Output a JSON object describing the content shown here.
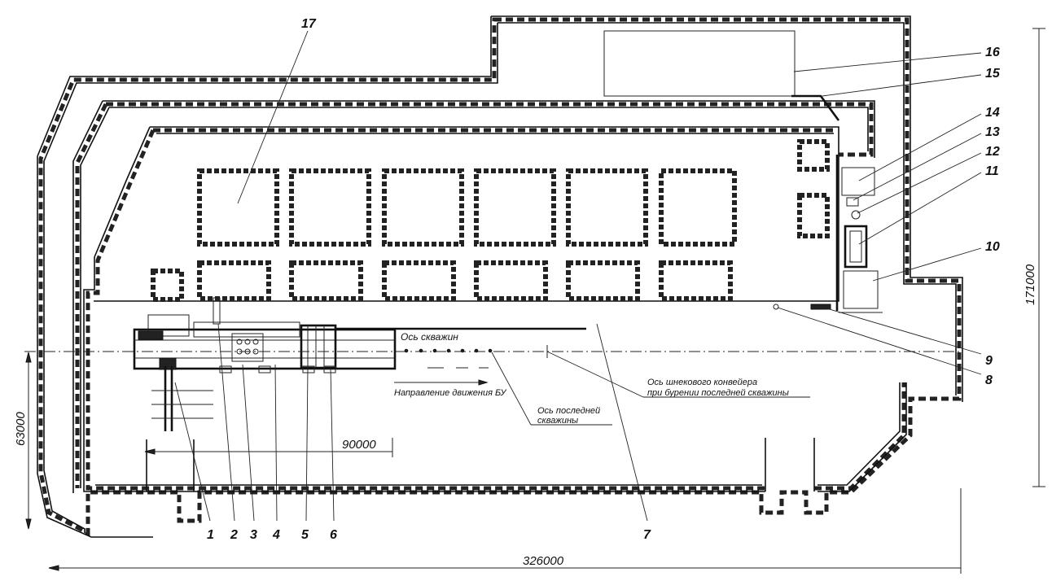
{
  "callouts": {
    "c1": "1",
    "c2": "2",
    "c3": "3",
    "c4": "4",
    "c5": "5",
    "c6": "6",
    "c7": "7",
    "c8": "8",
    "c9": "9",
    "c10": "10",
    "c11": "11",
    "c12": "12",
    "c13": "13",
    "c14": "14",
    "c15": "15",
    "c16": "16",
    "c17": "17"
  },
  "dimensions": {
    "total_length": "326000",
    "total_width": "171000",
    "left_height": "63000",
    "travel_length": "90000"
  },
  "notes": {
    "well_axis": "Ось скважин",
    "rig_direction": "Направление движения БУ",
    "last_well_axis_line1": "Ось последней",
    "last_well_axis_line2": "скважины",
    "conveyor_axis_line1": "Ось шнекового конвейера",
    "conveyor_axis_line2": "при бурении последней скважины"
  }
}
